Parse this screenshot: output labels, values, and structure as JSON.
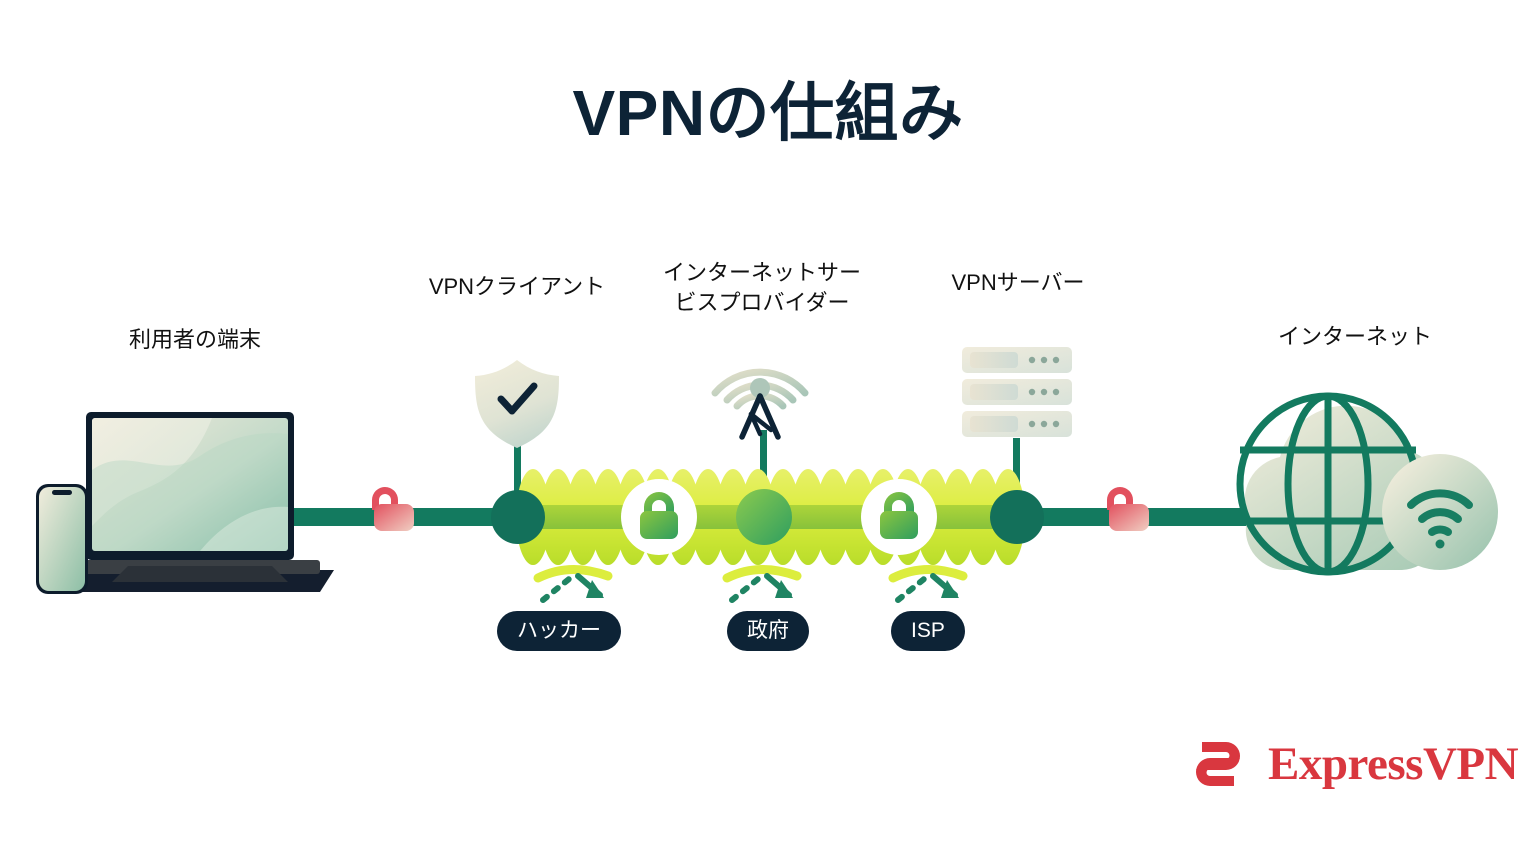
{
  "page": {
    "title": "VPNの仕組み",
    "background_color": "#ffffff"
  },
  "colors": {
    "title_navy": "#0d2336",
    "tunnel_yellow_green": "#d8e841",
    "tunnel_green": "#7cc142",
    "line_teal": "#137a5f",
    "node_teal": "#13705a",
    "pill_navy": "#0d2336",
    "unlock_red": "#e05562",
    "brand_red": "#d9373f",
    "icon_cream": "#efeada",
    "icon_pale_green": "#b9d4c4"
  },
  "nodes": [
    {
      "id": "user-device",
      "label": "利用者の端末",
      "icon": "laptop-and-phone-icon"
    },
    {
      "id": "vpn-client",
      "label": "VPNクライアント",
      "icon": "shield-check-icon"
    },
    {
      "id": "isp",
      "label_line1": "インターネットサー",
      "label_line2": "ビスプロバイダー",
      "icon": "radio-tower-icon"
    },
    {
      "id": "vpn-server",
      "label": "VPNサーバー",
      "icon": "server-stack-icon"
    },
    {
      "id": "internet",
      "label": "インターネット",
      "icon": "globe-wifi-cloud-icon"
    }
  ],
  "threats": [
    {
      "id": "hacker",
      "label": "ハッカー"
    },
    {
      "id": "government",
      "label": "政府"
    },
    {
      "id": "isp-threat",
      "label": "ISP"
    }
  ],
  "tunnel": {
    "locks": [
      "lock-closed-icon",
      "lock-closed-icon"
    ],
    "open_locks": [
      "lock-open-icon",
      "lock-open-icon"
    ],
    "segment_count": 20
  },
  "brand": {
    "name": "ExpressVPN",
    "logo_icon": "expressvpn-logo-icon"
  }
}
